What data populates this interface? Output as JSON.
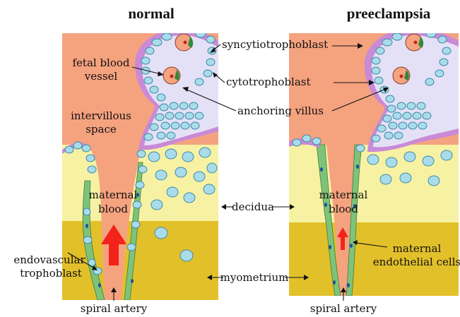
{
  "titles": {
    "left": "normal",
    "right": "preeclampsia"
  },
  "labels": {
    "syncytiotrophoblast": "syncytiotrophoblast",
    "fetal_blood_vessel_1": "fetal blood",
    "fetal_blood_vessel_2": "vessel",
    "cytotrophoblast": "cytotrophoblast",
    "intervillous_1": "intervillous",
    "intervillous_2": "space",
    "anchoring_villus": "anchoring villus",
    "maternal_blood_left_1": "maternal",
    "maternal_blood_left_2": "blood",
    "maternal_blood_right_1": "maternal",
    "maternal_blood_right_2": "blood",
    "decidua": "decidua",
    "endovascular_1": "endovascular",
    "endovascular_2": "trophoblast",
    "maternal_endothelial_1": "maternal",
    "maternal_endothelial_2": "endothelial cells",
    "myometrium": "myometrium",
    "spiral_artery_left": "spiral artery",
    "spiral_artery_right": "spiral artery"
  },
  "colors": {
    "intervillous": "#f5a27f",
    "decidua": "#f7f2a3",
    "myometrium": "#e2c02a",
    "syncytio": "#c98ad6",
    "villus_core": "#e4e1f7",
    "cell": "#a9dcea",
    "cell_stroke": "#3f8aa8",
    "endothelium": "#7fc27a",
    "blood_arrow": "#f2231a"
  }
}
